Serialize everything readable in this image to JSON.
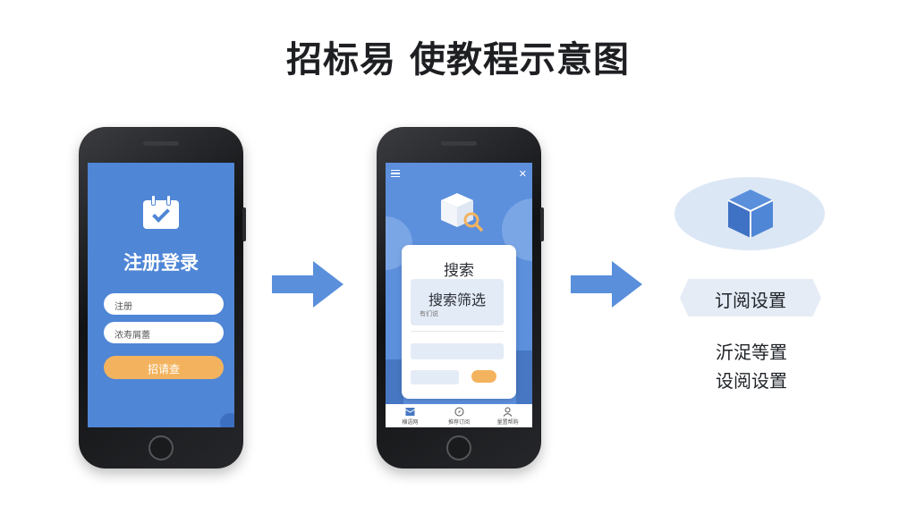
{
  "title": "招标易 使教程示意图",
  "phone1": {
    "heading": "注册登录",
    "input1_text": "注册",
    "input2_text": "浓寿屑蕾",
    "button_label": "招请查"
  },
  "phone2": {
    "card_title": "搜索",
    "filter_title": "搜索筛选",
    "filter_subtitle": "有们说",
    "nav_items": [
      "横语网",
      "推荐订阅",
      "量置帮购"
    ]
  },
  "right": {
    "label": "订阅设置",
    "line1": "沂浞等置",
    "line2": "设阅设置"
  },
  "colors": {
    "screen_blue": "#4f86d6",
    "arrow_blue": "#5a8fdc",
    "accent_orange": "#f3b35e",
    "light_blue": "#dce7f5"
  }
}
